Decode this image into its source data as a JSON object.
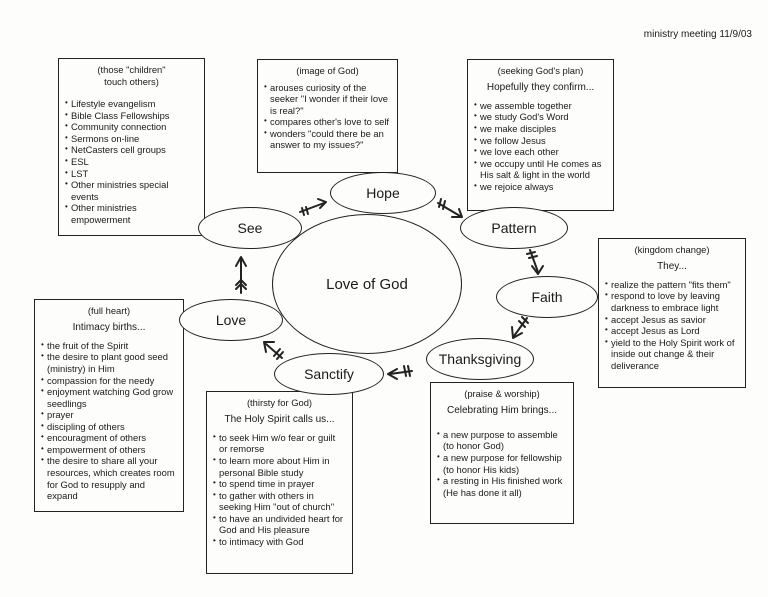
{
  "header_note": "ministry meeting 11/9/03",
  "center_label": "Love of God",
  "nodes": {
    "hope": "Hope",
    "pattern": "Pattern",
    "faith": "Faith",
    "thanksgiving": "Thanksgiving",
    "sanctify": "Sanctify",
    "love": "Love",
    "see": "See"
  },
  "boxes": {
    "see": {
      "title_line1": "(those \"children\"",
      "title_line2": "touch others)",
      "items": [
        "Lifestyle evangelism",
        "Bible Class Fellowships",
        "Community connection",
        "Sermons on-line",
        "NetCasters cell groups",
        "ESL",
        "LST",
        "Other ministries special events",
        "Other ministries empowerment"
      ]
    },
    "hope": {
      "title": "(image of God)",
      "items": [
        "arouses curiosity of the seeker \"I wonder if their love is real?\"",
        "compares other's love to self",
        "wonders \"could there be an answer to my issues?\""
      ]
    },
    "pattern": {
      "title": "(seeking God's plan)",
      "subtitle": "Hopefully they confirm...",
      "items": [
        "we assemble together",
        "we study God's Word",
        "we make disciples",
        "we follow Jesus",
        "we love each other",
        "we occupy until He comes as His salt & light in the world",
        "we rejoice always"
      ]
    },
    "faith": {
      "title": "(kingdom change)",
      "subtitle": "They...",
      "items": [
        "realize the pattern \"fits them\"",
        "respond to love by leaving darkness to embrace light",
        "accept Jesus as savior",
        "accept Jesus as Lord",
        "yield to the Holy Spirit work of inside out change & their deliverance"
      ]
    },
    "thanksgiving": {
      "title": "(praise & worship)",
      "subtitle": "Celebrating Him brings...",
      "items": [
        "a new purpose to assemble (to honor God)",
        "a new purpose for fellowship (to honor His kids)",
        "a resting in His finished work (He has done it all)"
      ]
    },
    "sanctify": {
      "title": "(thirsty for God)",
      "subtitle": "The Holy Spirit calls us...",
      "items": [
        "to seek Him w/o fear or guilt or remorse",
        "to learn more about Him in personal Bible study",
        "to spend time in prayer",
        "to gather with others in seeking Him \"out of church\"",
        "to have an undivided heart for God and His pleasure",
        "to intimacy with God"
      ]
    },
    "love": {
      "title": "(full heart)",
      "subtitle": "Intimacy births...",
      "items": [
        "the fruit of the Spirit",
        "the desire to plant good seed (ministry) in Him",
        "compassion for the needy",
        "enjoyment watching God grow seedlings",
        "prayer",
        "discipling of others",
        "encouragment of others",
        "empowerment of others",
        "the desire to share all your resources, which creates room for God to resupply and expand"
      ]
    }
  }
}
